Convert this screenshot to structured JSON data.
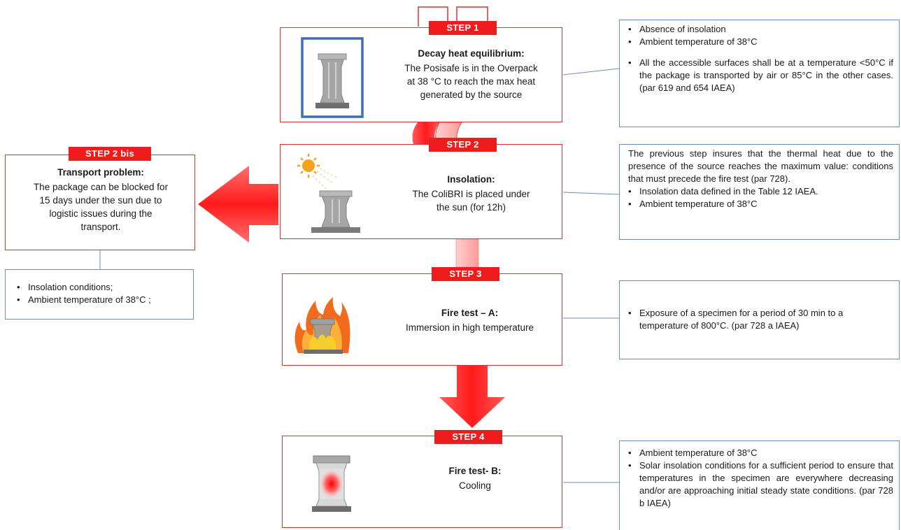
{
  "colors": {
    "step_red": "#ee1c1c",
    "box_border_red": "#e03030",
    "note_border_blue": "#6a8fbf",
    "arrow_red": "#ff3030",
    "arrow_light": "#ffb8b8"
  },
  "step1": {
    "label": "STEP 1",
    "title": "Decay heat equilibrium:",
    "lines": [
      "The Posisafe is in the Overpack",
      "at 38 °C to reach the max heat",
      "generated by the source"
    ],
    "icon": "package-in-overpack-icon",
    "notes": [
      "Absence of insolation",
      "Ambient temperature of 38°C",
      "All the accessible surfaces shall be at a temperature <50°C if the package is transported by air or 85°C in the other cases. (par 619 and 654 IAEA)"
    ]
  },
  "step2": {
    "label": "STEP 2",
    "title": "Insolation:",
    "lines": [
      "The ColiBRI is placed under",
      "the sun (for 12h)"
    ],
    "icon": "package-under-sun-icon",
    "notes_intro": "The previous step insures that the thermal heat due to the presence of the source reaches the maximum value: conditions that must precede the fire test (par 728).",
    "notes": [
      "Insolation data defined in the Table 12 IAEA.",
      "Ambient temperature of 38°C"
    ]
  },
  "step2bis": {
    "label": "STEP 2 bis",
    "title": "Transport problem:",
    "lines": [
      "The package can be blocked for",
      "15 days under the sun due to",
      "logistic issues during the",
      "transport."
    ],
    "notes": [
      "Insolation conditions;",
      "Ambient temperature of 38°C ;"
    ]
  },
  "step3": {
    "label": "STEP 3",
    "title": "Fire test – A:",
    "lines": [
      "Immersion in high temperature"
    ],
    "icon": "package-in-fire-icon",
    "notes": [
      "Exposure of a specimen for a period  of 30 min to a temperature of 800°C.  (par 728 a IAEA)"
    ]
  },
  "step4": {
    "label": "STEP 4",
    "title": "Fire test- B:",
    "lines": [
      "Cooling"
    ],
    "icon": "package-hot-core-icon",
    "notes": [
      "Ambient temperature of 38°C",
      "Solar insolation conditions for a sufficient period to ensure that temperatures in the specimen are everywhere decreasing and/or are approaching initial  steady state conditions. (par 728 b IAEA)"
    ]
  }
}
